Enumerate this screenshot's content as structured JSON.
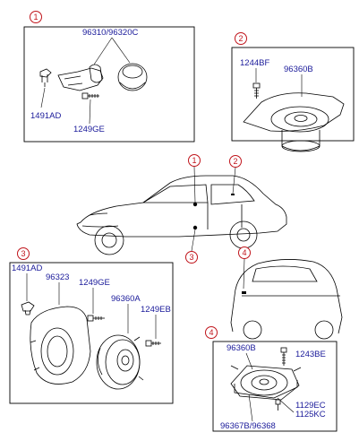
{
  "markers": {
    "m1": "1",
    "m2": "2",
    "m3": "3",
    "m4": "4",
    "car_1": "1",
    "car_2": "2",
    "car_3": "3",
    "car_4": "4"
  },
  "labels": {
    "p1_cover": "96310/96320C",
    "p1_clip": "1491AD",
    "p1_screw": "1249GE",
    "p2_screw": "1244BF",
    "p2_speaker": "96360B",
    "p3_clip": "1491AD",
    "p3_bracket": "96323",
    "p3_screw": "1249GE",
    "p3_speaker": "96360A",
    "p3_bolt": "1249EB",
    "p4_speaker": "96360B",
    "p4_bolt": "1243BE",
    "p4_fast1": "1129EC",
    "p4_fast2": "1125KC",
    "p4_bracket": "96367B/96368"
  },
  "colors": {
    "marker": "#c0141b",
    "label": "#1a1a9a",
    "line": "#000000"
  }
}
